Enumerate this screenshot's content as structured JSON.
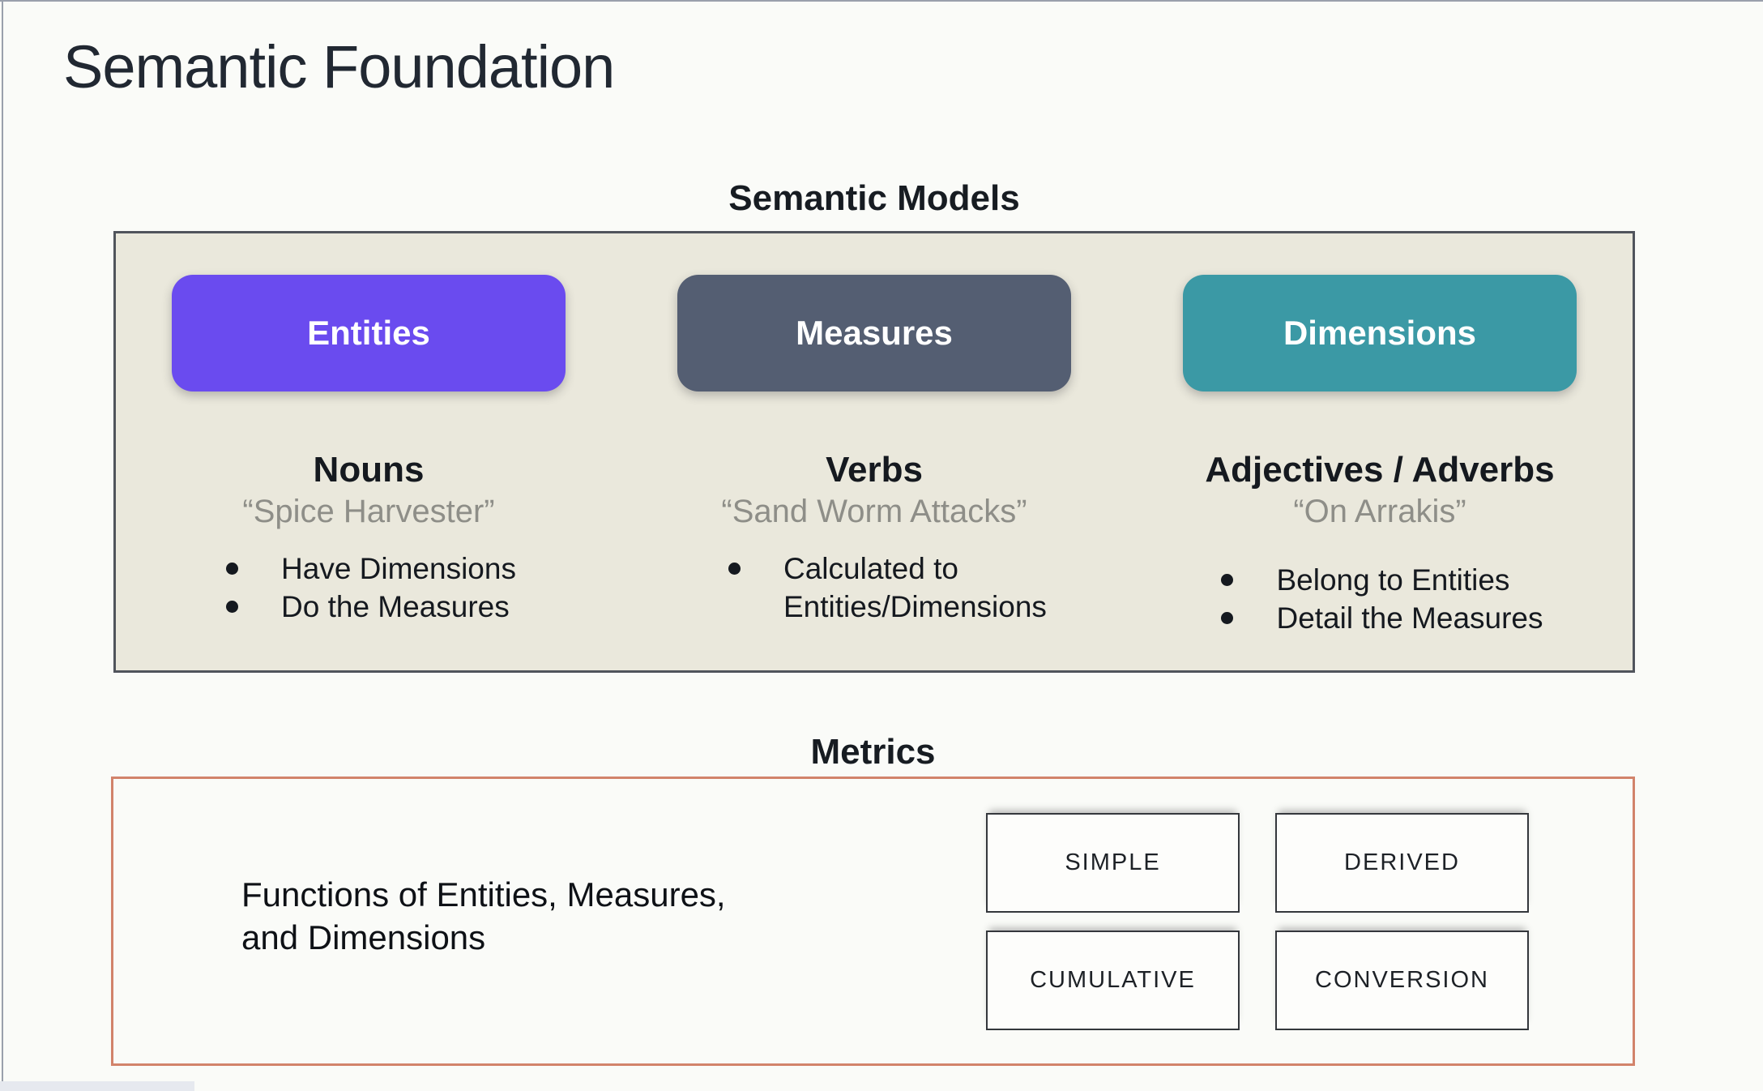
{
  "page": {
    "title": "Semantic Foundation"
  },
  "semantic_models": {
    "heading": "Semantic Models",
    "columns": [
      {
        "pill": "Entities",
        "pill_color": "#6a4bef",
        "subtitle": "Nouns",
        "quote": "“Spice Harvester”",
        "bullets": [
          "Have Dimensions",
          "Do the Measures"
        ]
      },
      {
        "pill": "Measures",
        "pill_color": "#545e72",
        "subtitle": "Verbs",
        "quote": "“Sand Worm Attacks”",
        "bullets": [
          "Calculated to Entities/Dimensions"
        ]
      },
      {
        "pill": "Dimensions",
        "pill_color": "#3b99a5",
        "subtitle": "Adjectives / Adverbs",
        "quote": "“On Arrakis”",
        "bullets": [
          "Belong to Entities",
          "Detail the Measures"
        ]
      }
    ]
  },
  "metrics": {
    "heading": "Metrics",
    "description": "Functions of Entities, Measures,\nand Dimensions",
    "types": [
      "SIMPLE",
      "DERIVED",
      "CUMULATIVE",
      "CONVERSION"
    ]
  },
  "colors": {
    "entities_pill": "#6a4bef",
    "measures_pill": "#545e72",
    "dimensions_pill": "#3b99a5",
    "models_panel_bg": "#eae8dc",
    "models_panel_border": "#50545c",
    "metrics_panel_border": "#d2836b",
    "slide_bg": "#fafbf8"
  }
}
